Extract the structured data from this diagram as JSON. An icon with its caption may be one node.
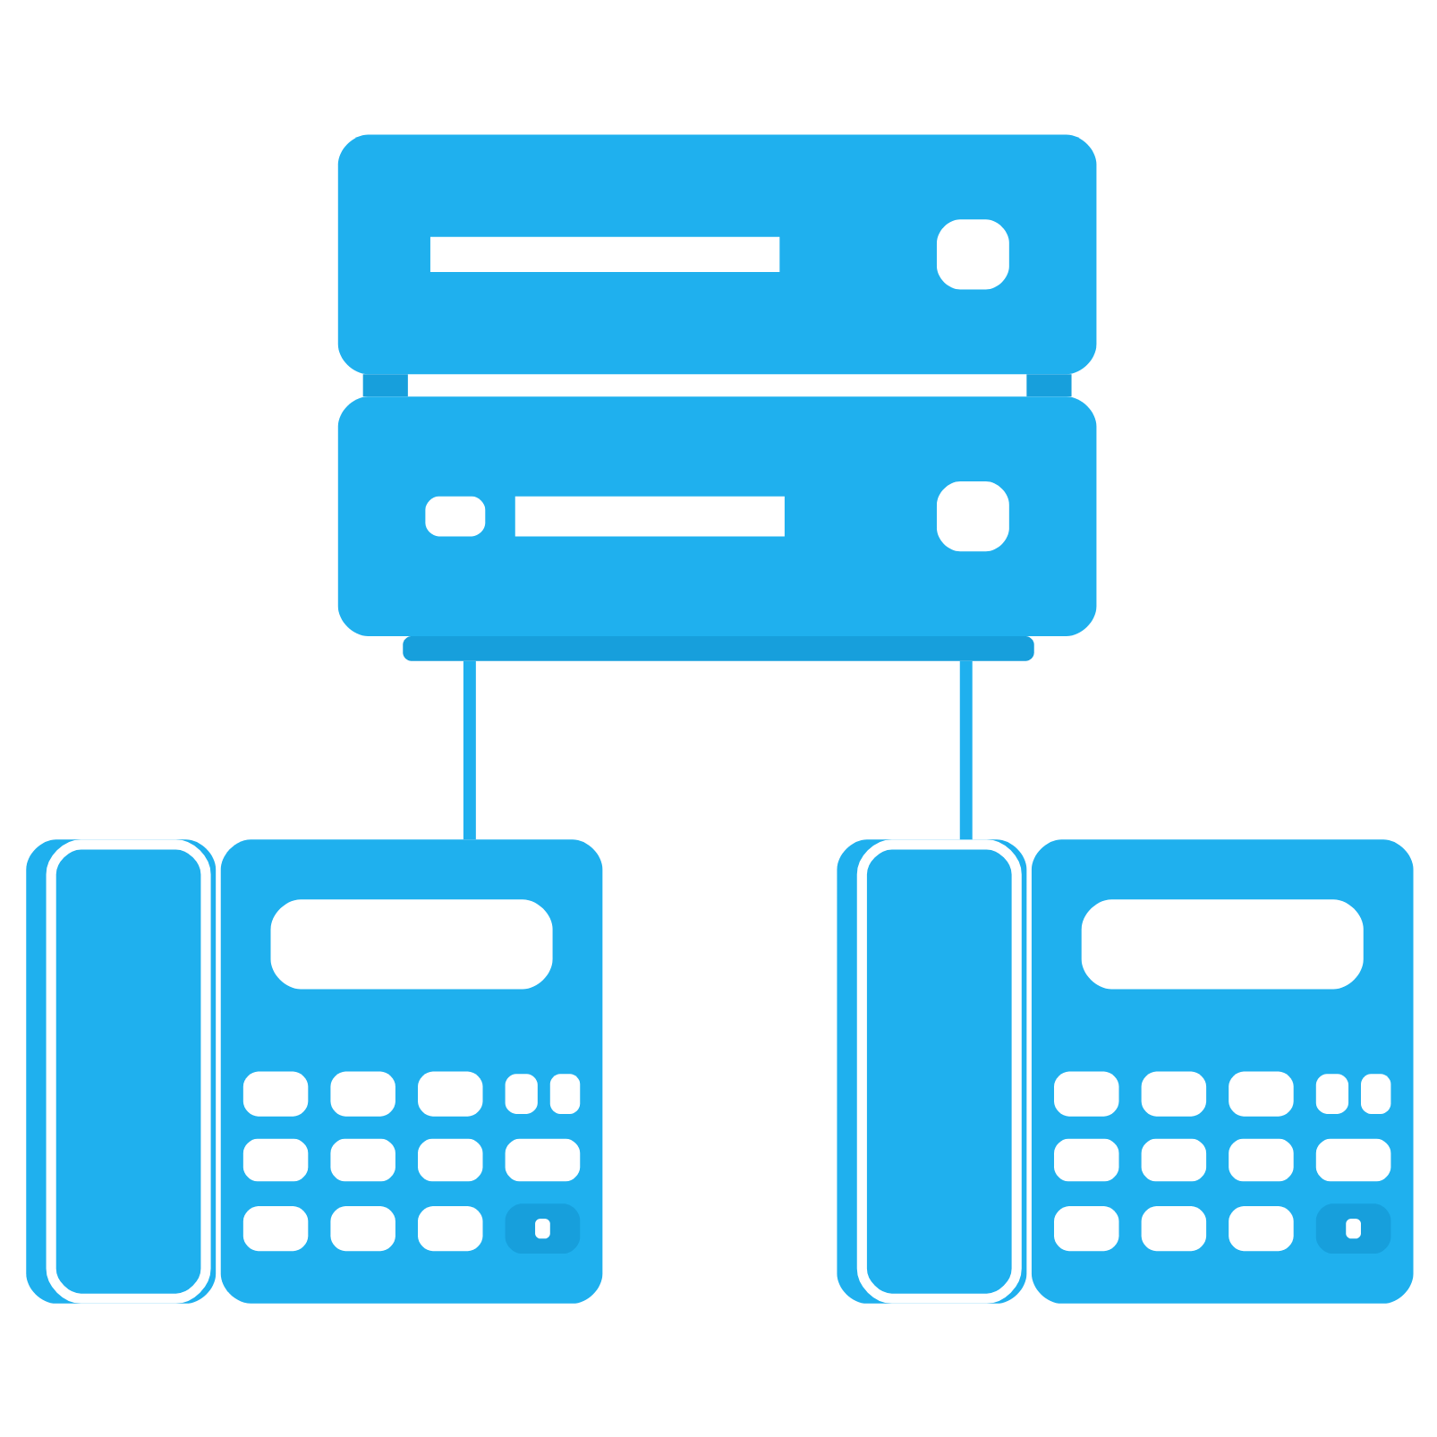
{
  "diagram": {
    "nodes": [
      {
        "text": [],
        "shape": "picture"
      },
      {
        "text": [],
        "shape": "picture"
      },
      {
        "text": [],
        "shape": "picture"
      }
    ],
    "edges": [
      {
        "from": 0,
        "to": 1,
        "arrow": "none"
      },
      {
        "from": 0,
        "to": 2,
        "arrow": "none"
      }
    ]
  }
}
